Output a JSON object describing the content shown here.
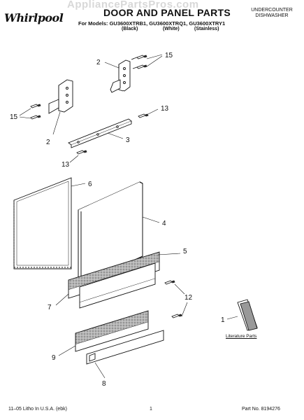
{
  "header": {
    "brand": "Whirlpool",
    "watermark": "AppliancePartsPros.com",
    "title": "DOOR AND PANEL PARTS",
    "models_label": "For Models: GU3600XTRB1, GU3600XTRQ1, GU3600XTRY1",
    "variants": [
      "(Black)",
      "(White)",
      "(Stainless)"
    ],
    "appliance_line1": "UNDERCOUNTER",
    "appliance_line2": "DISHWASHER"
  },
  "callouts": {
    "c15_top": "15",
    "c2_top": "2",
    "c15_left": "15",
    "c2_left": "2",
    "c13_right": "13",
    "c3": "3",
    "c13_left": "13",
    "c6": "6",
    "c4": "4",
    "c5": "5",
    "c7": "7",
    "c12": "12",
    "c1": "1",
    "c9": "9",
    "c8": "8"
  },
  "literature_label": "Literature Parts",
  "footer": {
    "left": "11–05 Litho In U.S.A. (ebk)",
    "page": "1",
    "right": "Part No. 8194276"
  },
  "colors": {
    "ink": "#111111",
    "insulation": "#9a9a9a",
    "watermark": "#d8d8d8"
  }
}
